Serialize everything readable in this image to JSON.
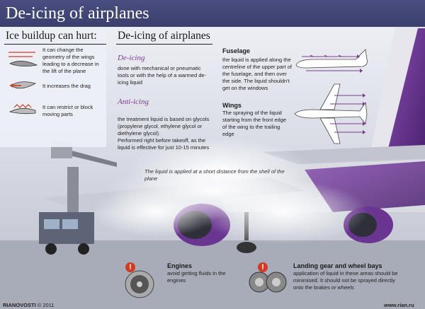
{
  "header": {
    "title": "De-icing of airplanes"
  },
  "left_panel": {
    "heading": "Ice buildup can hurt:",
    "items": [
      {
        "icon": "wing-airflow-icon",
        "text": "It can change the geometry of the wings leading to a decrease in the lift of the plane"
      },
      {
        "icon": "drag-icon",
        "text": "It increases the drag"
      },
      {
        "icon": "control-surface-icon",
        "text": "It can restrict or block moving parts"
      }
    ]
  },
  "middle_panel": {
    "heading": "De-icing of airplanes",
    "deicing": {
      "title": "De-icing",
      "text": "done with mechanical or pneumatic tools or with the help of a warmed de-icing liquid"
    },
    "antiicing": {
      "title": "Anti-icing",
      "text1": "the treatment liquid is based on glycols (propylene glycol, ethylene glycol or diethylene glycol).",
      "text2": "Performed right before takeoff, as the liquid is effective for just 10-15 minutes"
    }
  },
  "right_panel": {
    "fuselage": {
      "title": "Fuselage",
      "text": "the liquid is applied along the centreline of the upper part of the fuselage, and then over the side. The liquid shouldn't get on the windows"
    },
    "wings": {
      "title": "Wings",
      "text": "The spraying of the liquid starting from the front edge of the wing to the trailing edge"
    }
  },
  "caption": "The liquid is applied at a short distance from the shell of the plane",
  "bottom": {
    "engines": {
      "title": "Engines",
      "text": "avoid getting fluids in the engines",
      "icon": "engine-icon"
    },
    "gear": {
      "title": "Landing gear and wheel bays",
      "text": "application of liquid in these areas should be minimised. It should not be sprayed directly onto the brakes or wheels",
      "icon": "wheel-icon"
    }
  },
  "footer": {
    "brand": "RIANOVOSTI",
    "copyright": "© 2011",
    "site": "www.rian.ru"
  },
  "colors": {
    "header": "#3f4372",
    "accent": "#7a3b8f",
    "warning": "#d23a22"
  }
}
